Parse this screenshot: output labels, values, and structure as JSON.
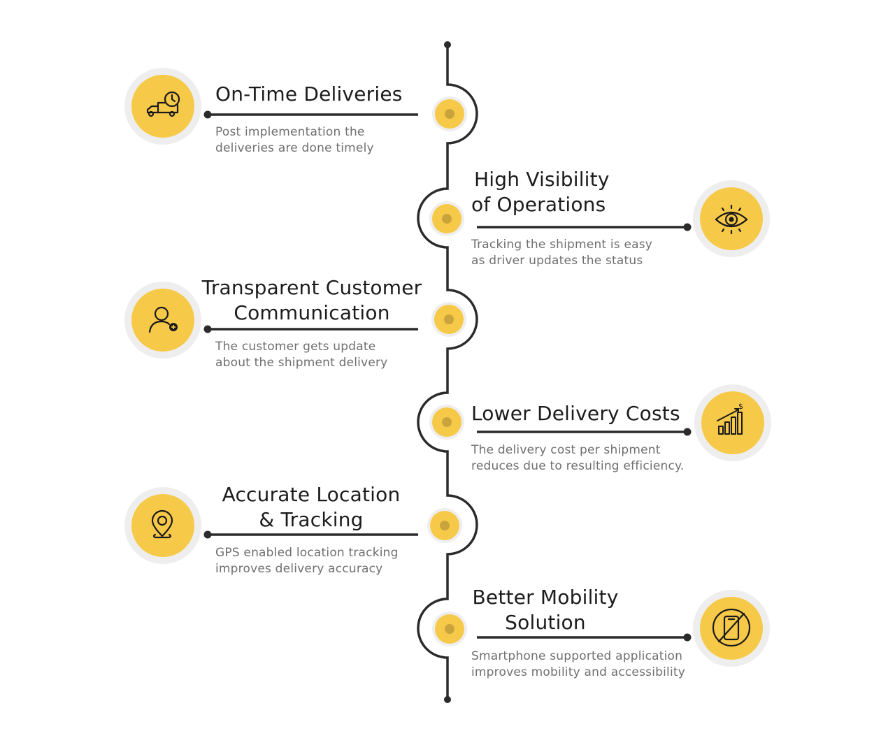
{
  "items": [
    {
      "title_lines": [
        "On-Time Deliveries"
      ],
      "desc_lines": [
        "Post implementation the",
        "deliveries are done timely"
      ],
      "icon": "delivery-truck-clock-icon"
    },
    {
      "title_lines": [
        "High Visibility",
        "of Operations"
      ],
      "desc_lines": [
        "Tracking the shipment is easy",
        "as driver updates the status"
      ],
      "icon": "eye-icon"
    },
    {
      "title_lines": [
        "Transparent Customer",
        "Communication"
      ],
      "desc_lines": [
        "The customer gets update",
        "about the shipment delivery"
      ],
      "icon": "user-add-icon"
    },
    {
      "title_lines": [
        "Lower Delivery Costs"
      ],
      "desc_lines": [
        "The delivery cost per shipment",
        "reduces due to resulting efficiency."
      ],
      "icon": "bar-chart-dollar-icon"
    },
    {
      "title_lines": [
        "Accurate Location",
        "& Tracking"
      ],
      "desc_lines": [
        "GPS enabled location tracking",
        "improves delivery accuracy"
      ],
      "icon": "location-pin-icon"
    },
    {
      "title_lines": [
        "Better Mobility",
        "Solution"
      ],
      "desc_lines": [
        "Smartphone supported application",
        "improves mobility and accessibility"
      ],
      "icon": "smartphone-icon"
    }
  ],
  "colors": {
    "accent": "#F7C948",
    "accent_dark": "#C9A43C",
    "line": "#2b2b2b",
    "halo": "#EEEEEE",
    "desc": "#6F6F6F"
  }
}
